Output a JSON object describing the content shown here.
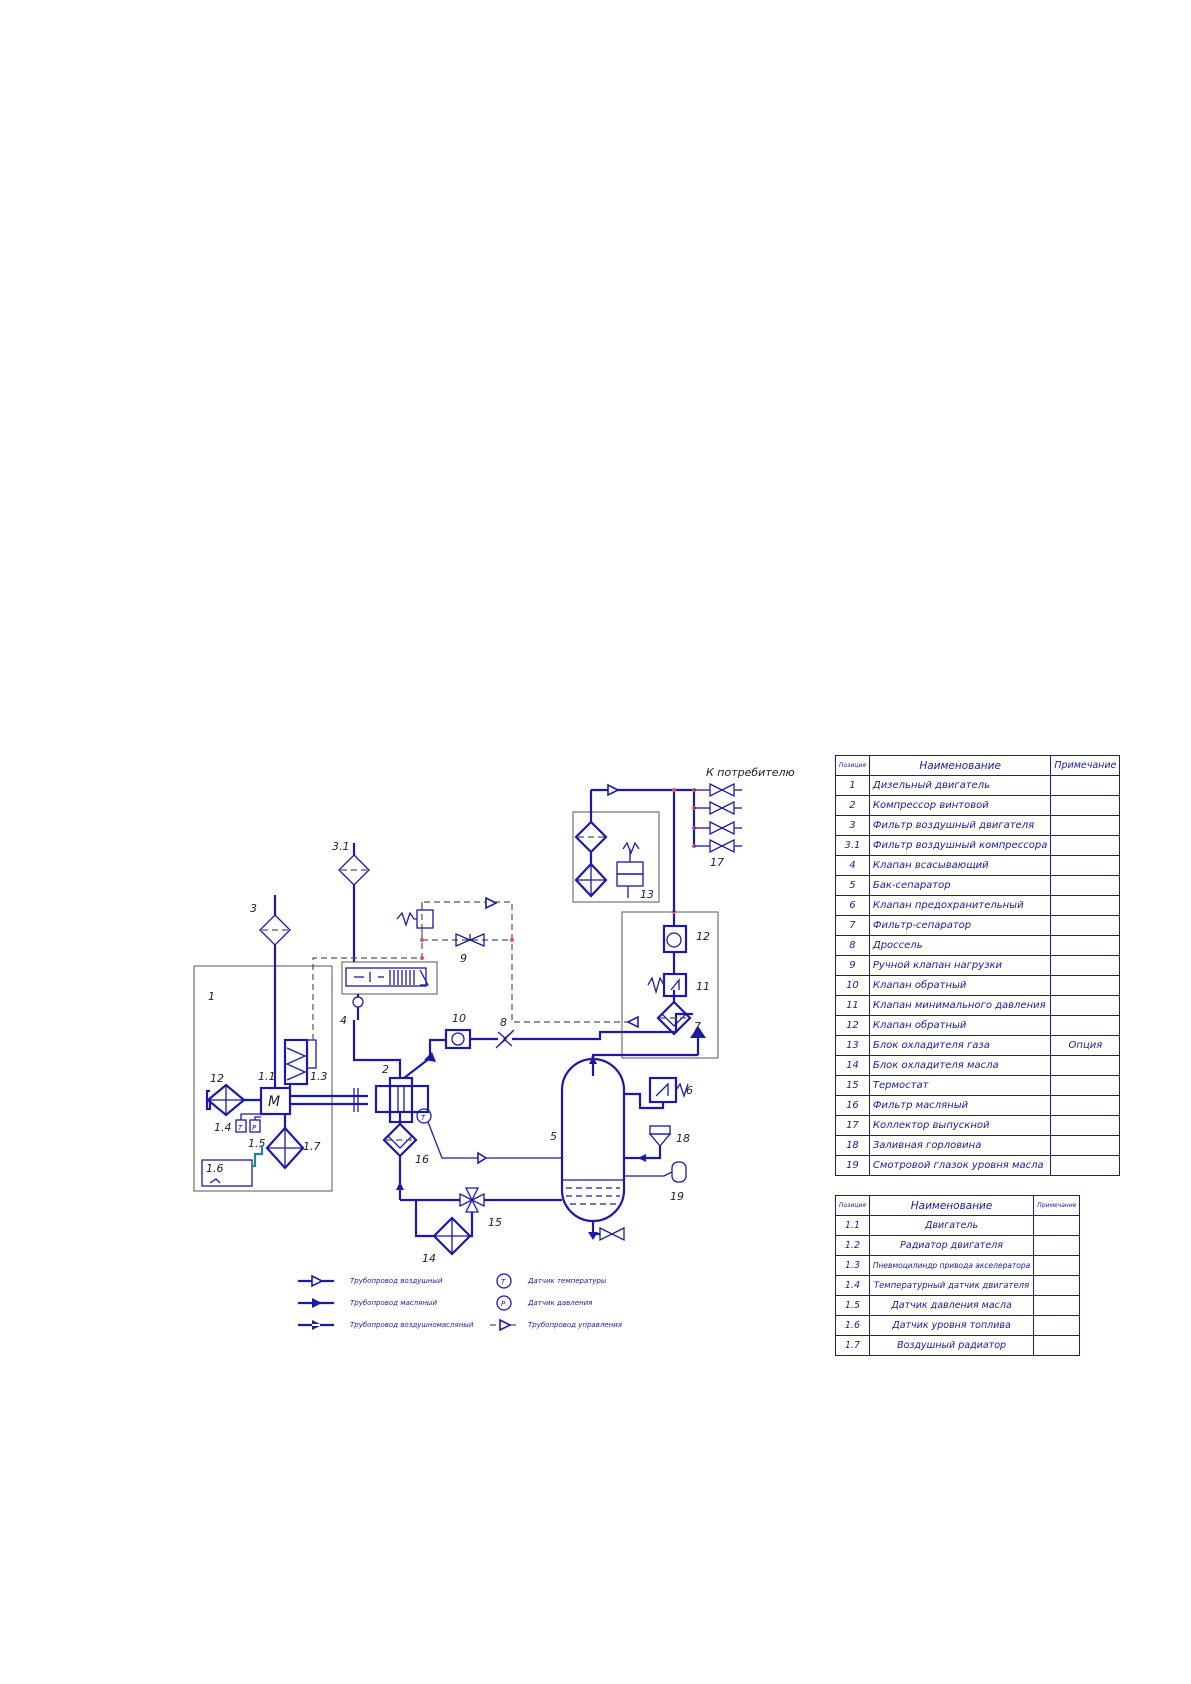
{
  "diagram": {
    "consumer_label": "К потребителю",
    "position_labels": {
      "p1": "1",
      "p2": "2",
      "p3": "3",
      "p31": "3.1",
      "p4": "4",
      "p5": "5",
      "p6": "6",
      "p7": "7",
      "p8": "8",
      "p9": "9",
      "p10": "10",
      "p11": "11",
      "p12": "12",
      "p13": "13",
      "p14": "14",
      "p15": "15",
      "p16": "16",
      "p17": "17",
      "p18": "18",
      "p19": "19",
      "p1_1": "1.1",
      "p1_2": "12",
      "p1_3": "1.3",
      "p1_4": "1.4",
      "p1_5": "1.5",
      "p1_6": "1.6",
      "p1_7": "1.7",
      "motor": "M"
    },
    "sensor_letters": {
      "temperature": "T",
      "pressure": "P"
    },
    "legend": [
      {
        "text": "Трубопровод воздушный"
      },
      {
        "text": "Трубопровод масляный"
      },
      {
        "text": "Трубопровод воздушномасляный"
      },
      {
        "text": "Датчик температуры"
      },
      {
        "text": "Датчик давления"
      },
      {
        "text": "Трубопровод управления"
      }
    ]
  },
  "table_main": {
    "headers": {
      "pos": "Позиция",
      "name": "Наименование",
      "note": "Примечание"
    },
    "rows": [
      {
        "pos": "1",
        "name": "Дизельный двигатель",
        "note": ""
      },
      {
        "pos": "2",
        "name": "Компрессор винтовой",
        "note": ""
      },
      {
        "pos": "3",
        "name": "Фильтр воздушный двигателя",
        "note": ""
      },
      {
        "pos": "3.1",
        "name": "Фильтр воздушный компрессора",
        "note": ""
      },
      {
        "pos": "4",
        "name": "Клапан всасывающий",
        "note": ""
      },
      {
        "pos": "5",
        "name": "Бак-сепаратор",
        "note": ""
      },
      {
        "pos": "6",
        "name": "Клапан предохранительный",
        "note": ""
      },
      {
        "pos": "7",
        "name": "Фильтр-сепаратор",
        "note": ""
      },
      {
        "pos": "8",
        "name": "Дроссель",
        "note": ""
      },
      {
        "pos": "9",
        "name": "Ручной клапан нагрузки",
        "note": ""
      },
      {
        "pos": "10",
        "name": "Клапан обратный",
        "note": ""
      },
      {
        "pos": "11",
        "name": "Клапан минимального давления",
        "note": ""
      },
      {
        "pos": "12",
        "name": "Клапан обратный",
        "note": ""
      },
      {
        "pos": "13",
        "name": "Блок охладителя газа",
        "note": "Опция"
      },
      {
        "pos": "14",
        "name": "Блок охладителя масла",
        "note": ""
      },
      {
        "pos": "15",
        "name": "Термостат",
        "note": ""
      },
      {
        "pos": "16",
        "name": "Фильтр масляный",
        "note": ""
      },
      {
        "pos": "17",
        "name": "Коллектор выпускной",
        "note": ""
      },
      {
        "pos": "18",
        "name": "Заливная горловина",
        "note": ""
      },
      {
        "pos": "19",
        "name": "Смотровой глазок уровня масла",
        "note": ""
      }
    ]
  },
  "table_engine": {
    "headers": {
      "pos": "Позиция",
      "name": "Наименование",
      "note": "Примечание"
    },
    "rows": [
      {
        "pos": "1.1",
        "name": "Двигатель",
        "note": ""
      },
      {
        "pos": "1.2",
        "name": "Радиатор двигателя",
        "note": ""
      },
      {
        "pos": "1.3",
        "name": "Пневмоцилиндр привода акселератора",
        "note": ""
      },
      {
        "pos": "1.4",
        "name": "Температурный датчик двигателя",
        "note": ""
      },
      {
        "pos": "1.5",
        "name": "Датчик давления масла",
        "note": ""
      },
      {
        "pos": "1.6",
        "name": "Датчик уровня топлива",
        "note": ""
      },
      {
        "pos": "1.7",
        "name": "Воздушный радиатор",
        "note": ""
      }
    ]
  },
  "colors": {
    "line": "#1a1aa6",
    "control": "#555555",
    "junction": "#e0516a",
    "cooling": "#1a8a8a"
  }
}
